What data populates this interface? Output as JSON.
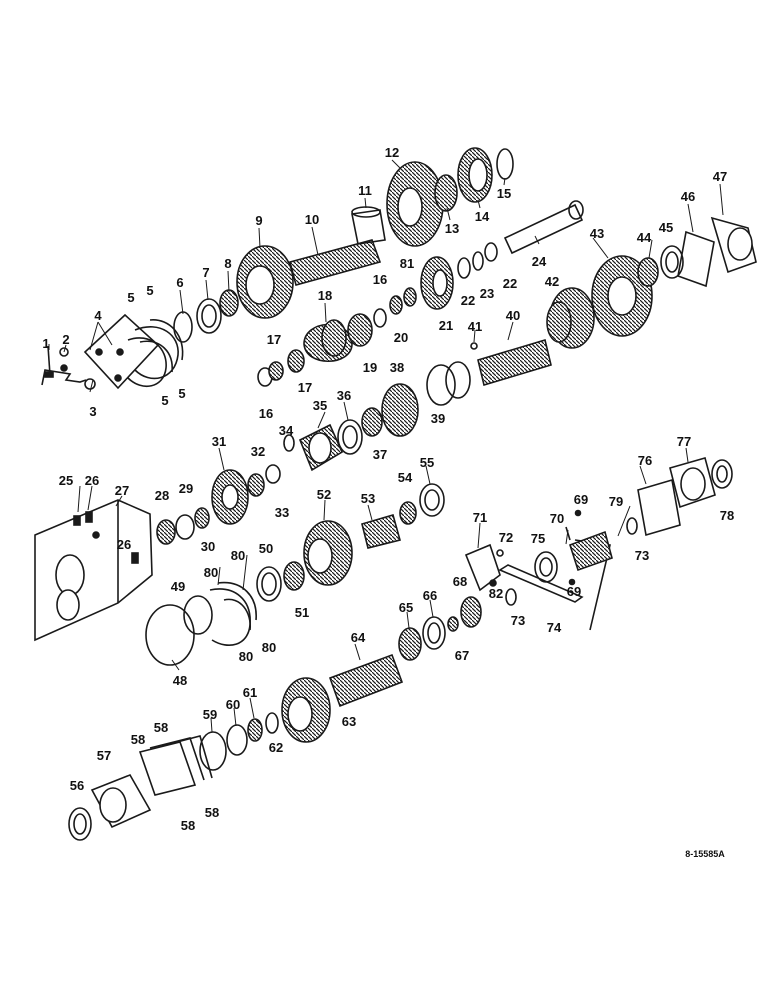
{
  "diagram": {
    "drawing_number": "8-15585A",
    "callouts": [
      "1",
      "2",
      "3",
      "4",
      "5",
      "5",
      "5",
      "5",
      "6",
      "7",
      "8",
      "9",
      "10",
      "11",
      "12",
      "13",
      "14",
      "15",
      "16",
      "16",
      "17",
      "17",
      "18",
      "19",
      "20",
      "21",
      "22",
      "22",
      "23",
      "24",
      "25",
      "26",
      "26",
      "27",
      "28",
      "29",
      "30",
      "31",
      "32",
      "33",
      "34",
      "35",
      "36",
      "37",
      "38",
      "39",
      "40",
      "41",
      "42",
      "43",
      "44",
      "45",
      "46",
      "47",
      "48",
      "49",
      "50",
      "51",
      "52",
      "53",
      "54",
      "55",
      "56",
      "57",
      "58",
      "58",
      "58",
      "58",
      "59",
      "60",
      "61",
      "62",
      "63",
      "64",
      "65",
      "66",
      "67",
      "68",
      "69",
      "69",
      "70",
      "71",
      "72",
      "73",
      "73",
      "74",
      "75",
      "76",
      "77",
      "78",
      "79",
      "80",
      "80",
      "80",
      "80",
      "81",
      "82"
    ]
  }
}
